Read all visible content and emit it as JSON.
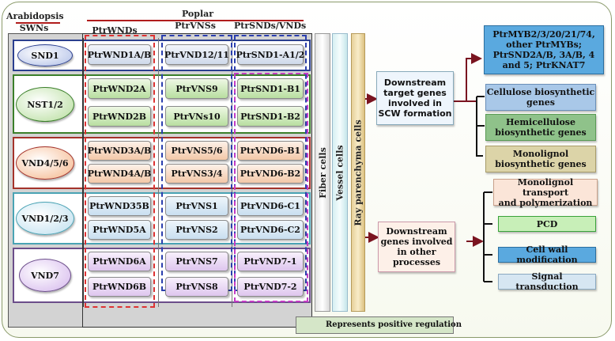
{
  "headers": {
    "arabidopsis": "Arabidopsis",
    "swns": "SWNs",
    "poplar": "Poplar",
    "ptrwnds": "PtrWNDs",
    "ptrvnss": "PtrVNSs",
    "ptrsnds": "PtrSNDs/VNDs"
  },
  "swn_nodes": [
    "SND1",
    "NST1/2",
    "VND4/5/6",
    "VND1/2/3",
    "VND7"
  ],
  "wnd_genes": [
    "PtrWND1A/B",
    "PtrWND2A",
    "PtrWND2B",
    "PtrWND3A/B",
    "PtrWND4A/B",
    "PtrWND35B",
    "PtrWND5A",
    "PtrWND6A",
    "PtrWND6B"
  ],
  "vns_genes": [
    "PtrVND12/11",
    "PtrVNS9",
    "PtrVNs10",
    "PtrVNS5/6",
    "PtrVNS3/4",
    "PtrVNS1",
    "PtrVNS2",
    "PtrVNS7",
    "PtrVNS8"
  ],
  "snd_genes": [
    "PtrSND1-A1/2",
    "PtrSND1-B1",
    "PtrSND1-B2",
    "PtrVND6-B1",
    "PtrVND6-B2",
    "PtrVND6-C1",
    "PtrVND6-C2",
    "PtrVND7-1",
    "PtrVND7-2"
  ],
  "cell_bars": {
    "fiber": "Fiber cells",
    "vessel": "Vessel cells",
    "ray": "Ray parenchyma cells"
  },
  "downstream_scw": [
    "Downstream",
    "target genes",
    "involved in",
    "SCW formation"
  ],
  "downstream_other": [
    "Downstream",
    "genes involved",
    "in other",
    "processes"
  ],
  "scw_targets": {
    "myb": [
      "PtrMYB2/3/20/21/74,",
      "other PtrMYBs;",
      "PtrSND2A/B, 3A/B, 4",
      "and 5; PtrKNAT7"
    ],
    "cellulose": [
      "Cellulose biosynthetic",
      "genes"
    ],
    "hemicellulose": [
      "Hemicellulose",
      "biosynthetic genes"
    ],
    "monolignol": [
      "Monolignol",
      "biosynthetic genes"
    ]
  },
  "other_targets": {
    "transport": [
      "Monolignol transport",
      "and polymerization"
    ],
    "pcd": "PCD",
    "cellwall": "Cell wall modification",
    "signal": "Signal transduction"
  },
  "legend": "Represents positive regulation",
  "colors": {
    "arrow": "#7a1420",
    "row_snd1": "#2b3f8f",
    "row_nst": "#3b7f2a",
    "row_vnd456": "#a4332b",
    "row_vnd123": "#4aa3b4",
    "row_vnd7": "#6b4d8a"
  }
}
